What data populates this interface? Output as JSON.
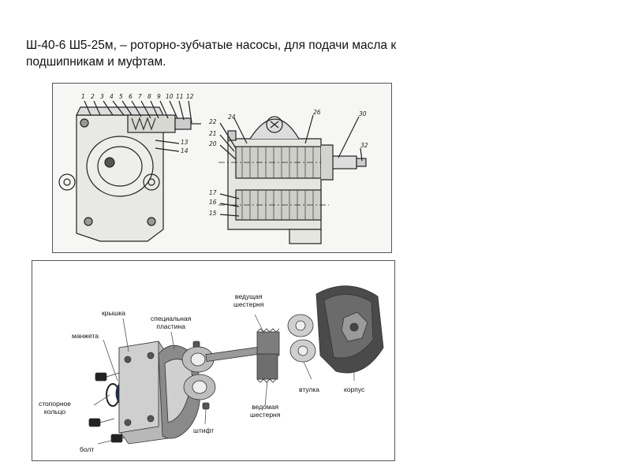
{
  "title": {
    "line1": "Ш-40-6 Ш5-25м, – роторно-зубчатые насосы, для подачи масла к",
    "line2": "подшипникам и муфтам."
  },
  "drawing": {
    "part_numbers_top": [
      "1",
      "2",
      "3",
      "4",
      "5",
      "6",
      "7",
      "8",
      "9",
      "10",
      "11",
      "12"
    ],
    "part_numbers_left": [
      "13",
      "14"
    ],
    "part_numbers_right": [
      "22",
      "24",
      "26",
      "30",
      "21",
      "20",
      "32",
      "17",
      "16",
      "15"
    ]
  },
  "exploded": {
    "labels": {
      "cover": "крышка",
      "special_plate": "специальная\nпластина",
      "cuff": "манжета",
      "drive_gear": "ведущая\nшестерня",
      "retaining_ring": "стопорное\nкольцо",
      "bushing": "втулка",
      "housing": "корпус",
      "driven_gear": "ведомая\nшестерня",
      "pin": "штифт",
      "bolt": "болт"
    }
  }
}
